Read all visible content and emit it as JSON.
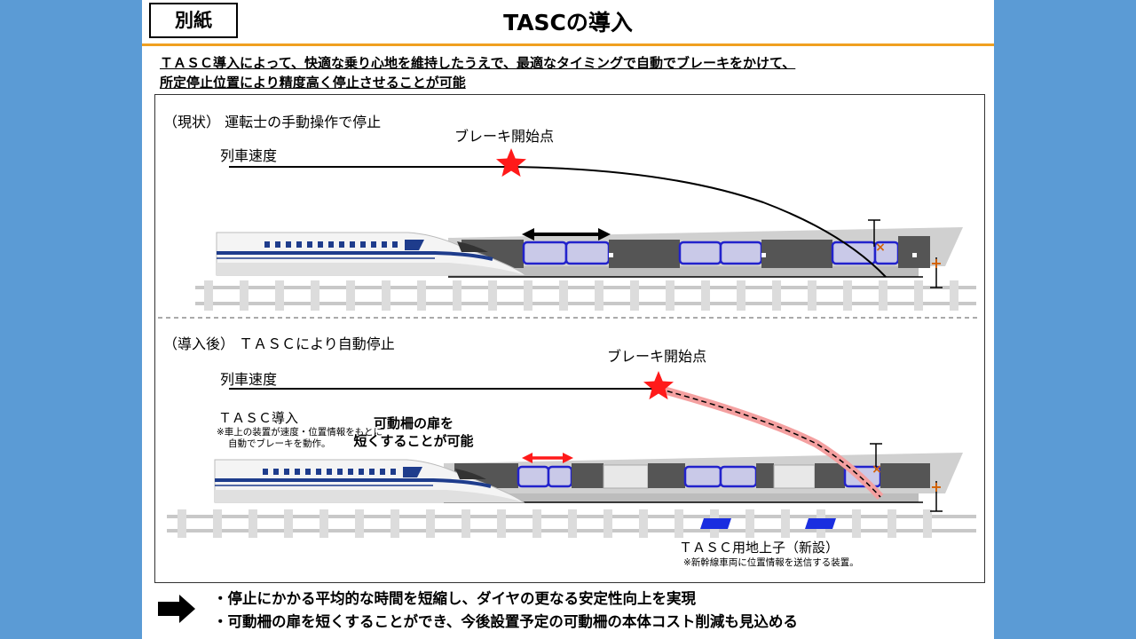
{
  "tag": "別紙",
  "title": "TASCの導入",
  "intro": {
    "line1": "ＴＡＳＣ導入によって、快適な乗り心地を維持したうえで、最適なタイミングで自動でブレーキをかけて、",
    "line2": "所定停止位置により精度高く停止させることが可能"
  },
  "current": {
    "heading": "（現状） 運転士の手動操作で停止",
    "speed_label": "列車速度",
    "brake_label": "ブレーキ開始点"
  },
  "after": {
    "heading": "（導入後） ＴＡＳＣにより自動停止",
    "speed_label": "列車速度",
    "brake_label": "ブレーキ開始点",
    "tasc_title": "ＴＡＳＣ導入",
    "tasc_note1": "※車上の装置が速度・位置情報をもとに",
    "tasc_note2": "自動でブレーキを動作。",
    "door_line1": "可動柵の扉を",
    "door_line2": "短くすることが可能",
    "coil_label": "ＴＡＳＣ用地上子（新設）",
    "coil_note": "※新幹線車両に位置情報を送信する装置。"
  },
  "conclusion": {
    "line1": "・停止にかかる平均的な時間を短縮し、ダイヤの更なる安定性向上を実現",
    "line2": "・可動柵の扉を短くすることができ、今後設置予定の可動柵の本体コスト削減も見込める"
  },
  "colors": {
    "accent": "#f0a020",
    "star": "#ff1a1a",
    "door": "#2222cc",
    "background": "#5b9bd5"
  }
}
